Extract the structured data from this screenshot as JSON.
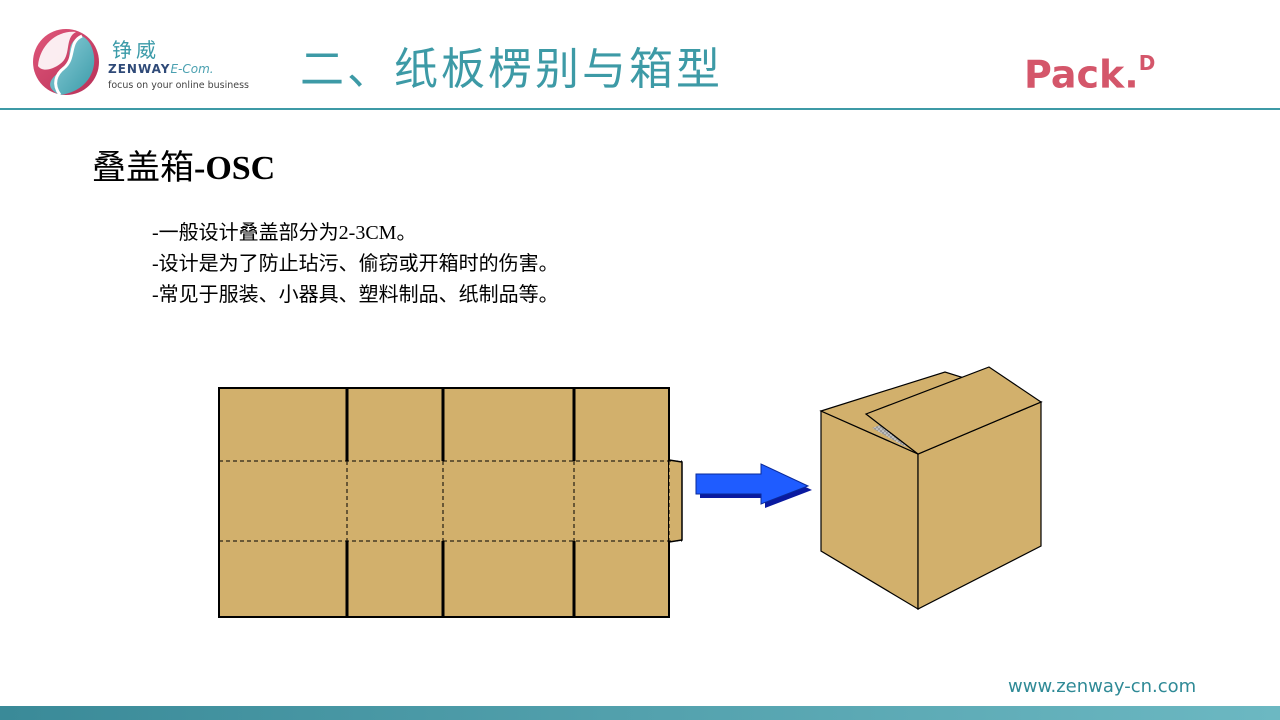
{
  "header": {
    "brand_cn": "铮威",
    "brand_en": "ZENWAY",
    "brand_en_suffix": "E-Com.",
    "brand_tagline": "focus on your online business",
    "title": "二、纸板楞别与箱型",
    "pack_logo": "Pack.",
    "pack_logo_sup": "D"
  },
  "section": {
    "title_cn": "叠盖箱",
    "title_en": "-OSC",
    "bullets": [
      "-一般设计叠盖部分为2-3CM。",
      "-设计是为了防止玷污、偷窃或开箱时的伤害。",
      "-常见于服装、小器具、塑料制品、纸制品等。"
    ]
  },
  "footer": {
    "website": "www.zenway-cn.com"
  },
  "colors": {
    "teal": "#3d9aa6",
    "cardboard": "#d2b06c",
    "arrow_blue": "#1f5cff",
    "pack_red": "#d4566a"
  },
  "icons": {
    "logo": "zenway-swirl-icon",
    "arrow": "right-arrow-icon"
  }
}
